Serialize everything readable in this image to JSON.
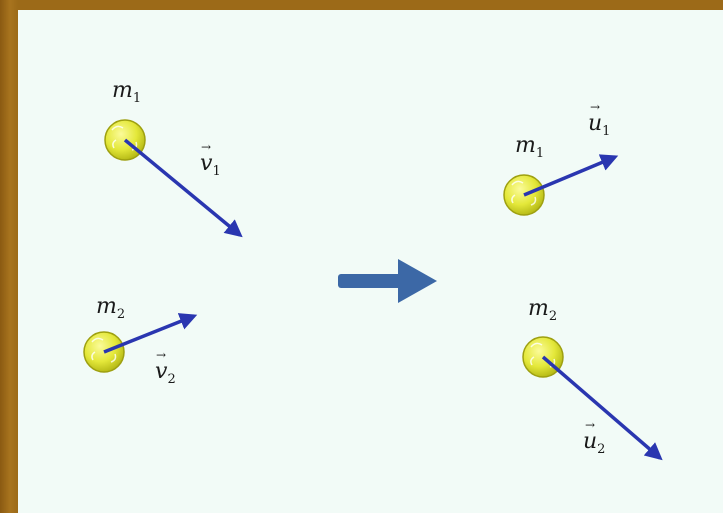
{
  "before": {
    "m1": {
      "label": "m",
      "sub": "1"
    },
    "v1": {
      "label": "v",
      "sub": "1"
    },
    "m2": {
      "label": "m",
      "sub": "2"
    },
    "v2": {
      "label": "v",
      "sub": "2"
    }
  },
  "after": {
    "m1": {
      "label": "m",
      "sub": "1"
    },
    "u1": {
      "label": "u",
      "sub": "1"
    },
    "m2": {
      "label": "m",
      "sub": "2"
    },
    "u2": {
      "label": "u",
      "sub": "2"
    }
  },
  "colors": {
    "ball": "#e4e83a",
    "ball_outline": "#9ea010",
    "vector": "#2a36b0",
    "transition_arrow": "#3c68a6",
    "panel": "#f2fbf7",
    "frame": "#9a6a1c"
  },
  "icons": {
    "transition": "right-arrow-icon",
    "ball": "sphere-icon"
  }
}
